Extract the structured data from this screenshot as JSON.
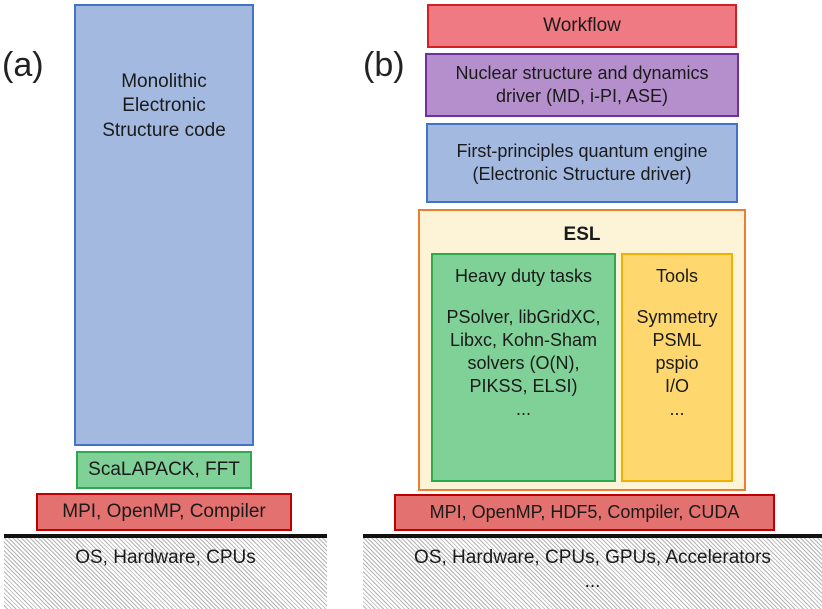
{
  "panel_a": {
    "label": "(a)",
    "monolithic": [
      "Monolithic",
      "Electronic",
      "Structure code"
    ],
    "scalapack": "ScaLAPACK, FFT",
    "mpi": "MPI, OpenMP, Compiler",
    "os": "OS, Hardware, CPUs"
  },
  "panel_b": {
    "label": "(b)",
    "workflow": "Workflow",
    "nuclear": [
      "Nuclear structure and dynamics",
      "driver (MD, i-PI, ASE)"
    ],
    "quantum": [
      "First-principles quantum engine",
      "(Electronic Structure driver)"
    ],
    "esl": {
      "title": "ESL",
      "heavy": {
        "title": "Heavy duty tasks",
        "lines": [
          "PSolver, libGridXC,",
          "Libxc, Kohn-Sham",
          "solvers (O(N),",
          "PIKSS, ELSI)",
          "..."
        ]
      },
      "tools": {
        "title": "Tools",
        "lines": [
          "Symmetry",
          "PSML",
          "pspio",
          "I/O",
          "..."
        ]
      }
    },
    "mpi": "MPI, OpenMP, HDF5, Compiler, CUDA",
    "os": [
      "OS, Hardware, CPUs, GPUs, Accelerators",
      "..."
    ]
  },
  "colors": {
    "blue_fill": "#a3b9e0",
    "blue_border": "#4472c4",
    "green_fill": "#7fd197",
    "green_border": "#2fa84f",
    "red_fill": "#e3716f",
    "red_border": "#c00000",
    "workflow_fill": "#f07a84",
    "purple_fill": "#b48fcc",
    "esl_fill": "#fdf3d6",
    "esl_border": "#ed7d31",
    "tools_fill": "#fed76e",
    "tools_border": "#f0b000"
  }
}
